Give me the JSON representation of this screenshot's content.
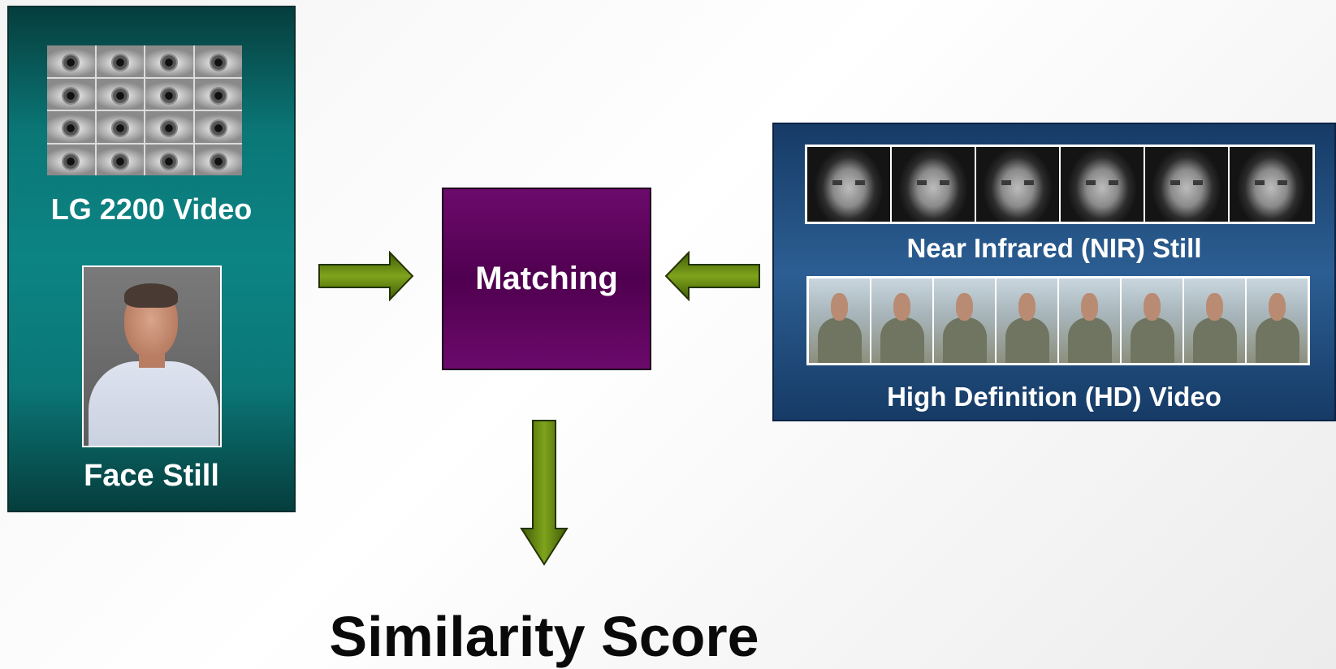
{
  "left_panel": {
    "iris_label": "LG 2200 Video",
    "face_label": "Face Still"
  },
  "center": {
    "matching_label": "Matching",
    "output_label": "Similarity Score"
  },
  "right_panel": {
    "nir_label": "Near Infrared (NIR) Still",
    "hd_label": "High Definition (HD) Video"
  },
  "colors": {
    "left_panel": "#0b7777",
    "right_panel": "#2c5e93",
    "matching_box": "#5a005a",
    "arrows": "#5c7d12"
  },
  "icons": [
    "right-arrow-icon",
    "left-arrow-icon",
    "down-arrow-icon"
  ]
}
